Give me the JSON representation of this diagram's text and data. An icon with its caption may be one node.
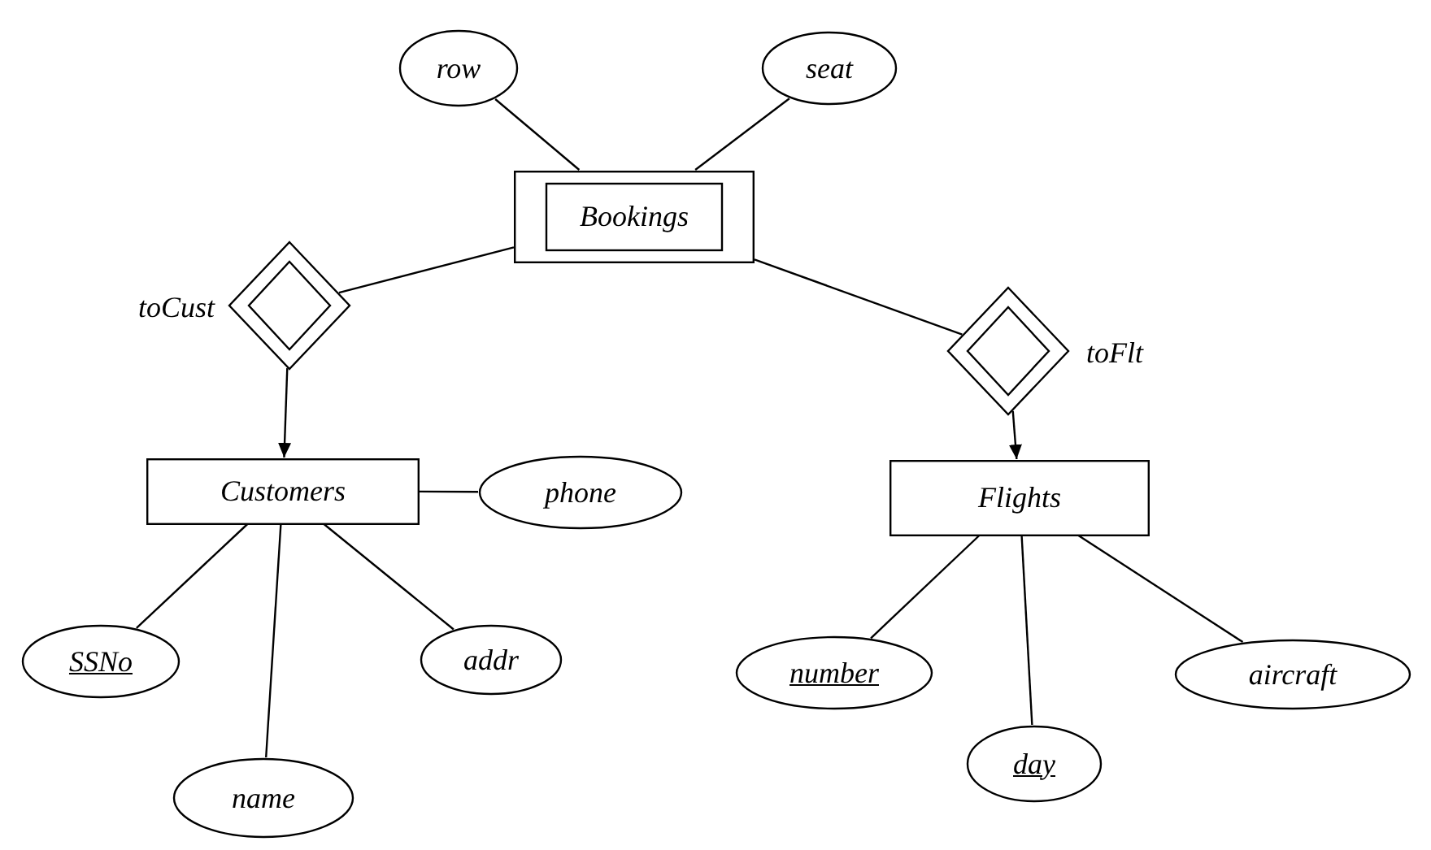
{
  "diagram": {
    "nodes": [
      {
        "text": [
          "row"
        ]
      },
      {
        "text": [
          "seat"
        ]
      },
      {
        "text": [
          "Bookings"
        ]
      },
      {
        "text": [],
        "shape": "diamond",
        "beside": [
          "toCust"
        ]
      },
      {
        "text": [],
        "shape": "diamond",
        "beside": [
          "toFlt"
        ]
      },
      {
        "text": [
          "Customers"
        ]
      },
      {
        "text": [
          "phone"
        ]
      },
      {
        "text": [
          "Flights"
        ]
      },
      {
        "text": [
          "SSNo"
        ]
      },
      {
        "text": [
          "addr"
        ]
      },
      {
        "text": [
          "name"
        ]
      },
      {
        "text": [
          "number"
        ]
      },
      {
        "text": [
          "aircraft"
        ]
      },
      {
        "text": [
          "day"
        ]
      }
    ],
    "edges": [
      {
        "from": 0,
        "to": 2,
        "arrow": "none"
      },
      {
        "from": 1,
        "to": 2,
        "arrow": "none"
      },
      {
        "from": 2,
        "to": 3,
        "arrow": "none"
      },
      {
        "from": 3,
        "to": 5,
        "arrow": "to"
      },
      {
        "from": 2,
        "to": 4,
        "arrow": "none"
      },
      {
        "from": 4,
        "to": 7,
        "arrow": "to"
      },
      {
        "from": 5,
        "to": 6,
        "arrow": "none"
      },
      {
        "from": 5,
        "to": 8,
        "arrow": "none"
      },
      {
        "from": 5,
        "to": 10,
        "arrow": "none"
      },
      {
        "from": 5,
        "to": 9,
        "arrow": "none"
      },
      {
        "from": 7,
        "to": 11,
        "arrow": "none"
      },
      {
        "from": 7,
        "to": 13,
        "arrow": "none"
      },
      {
        "from": 7,
        "to": 12,
        "arrow": "none"
      }
    ]
  }
}
